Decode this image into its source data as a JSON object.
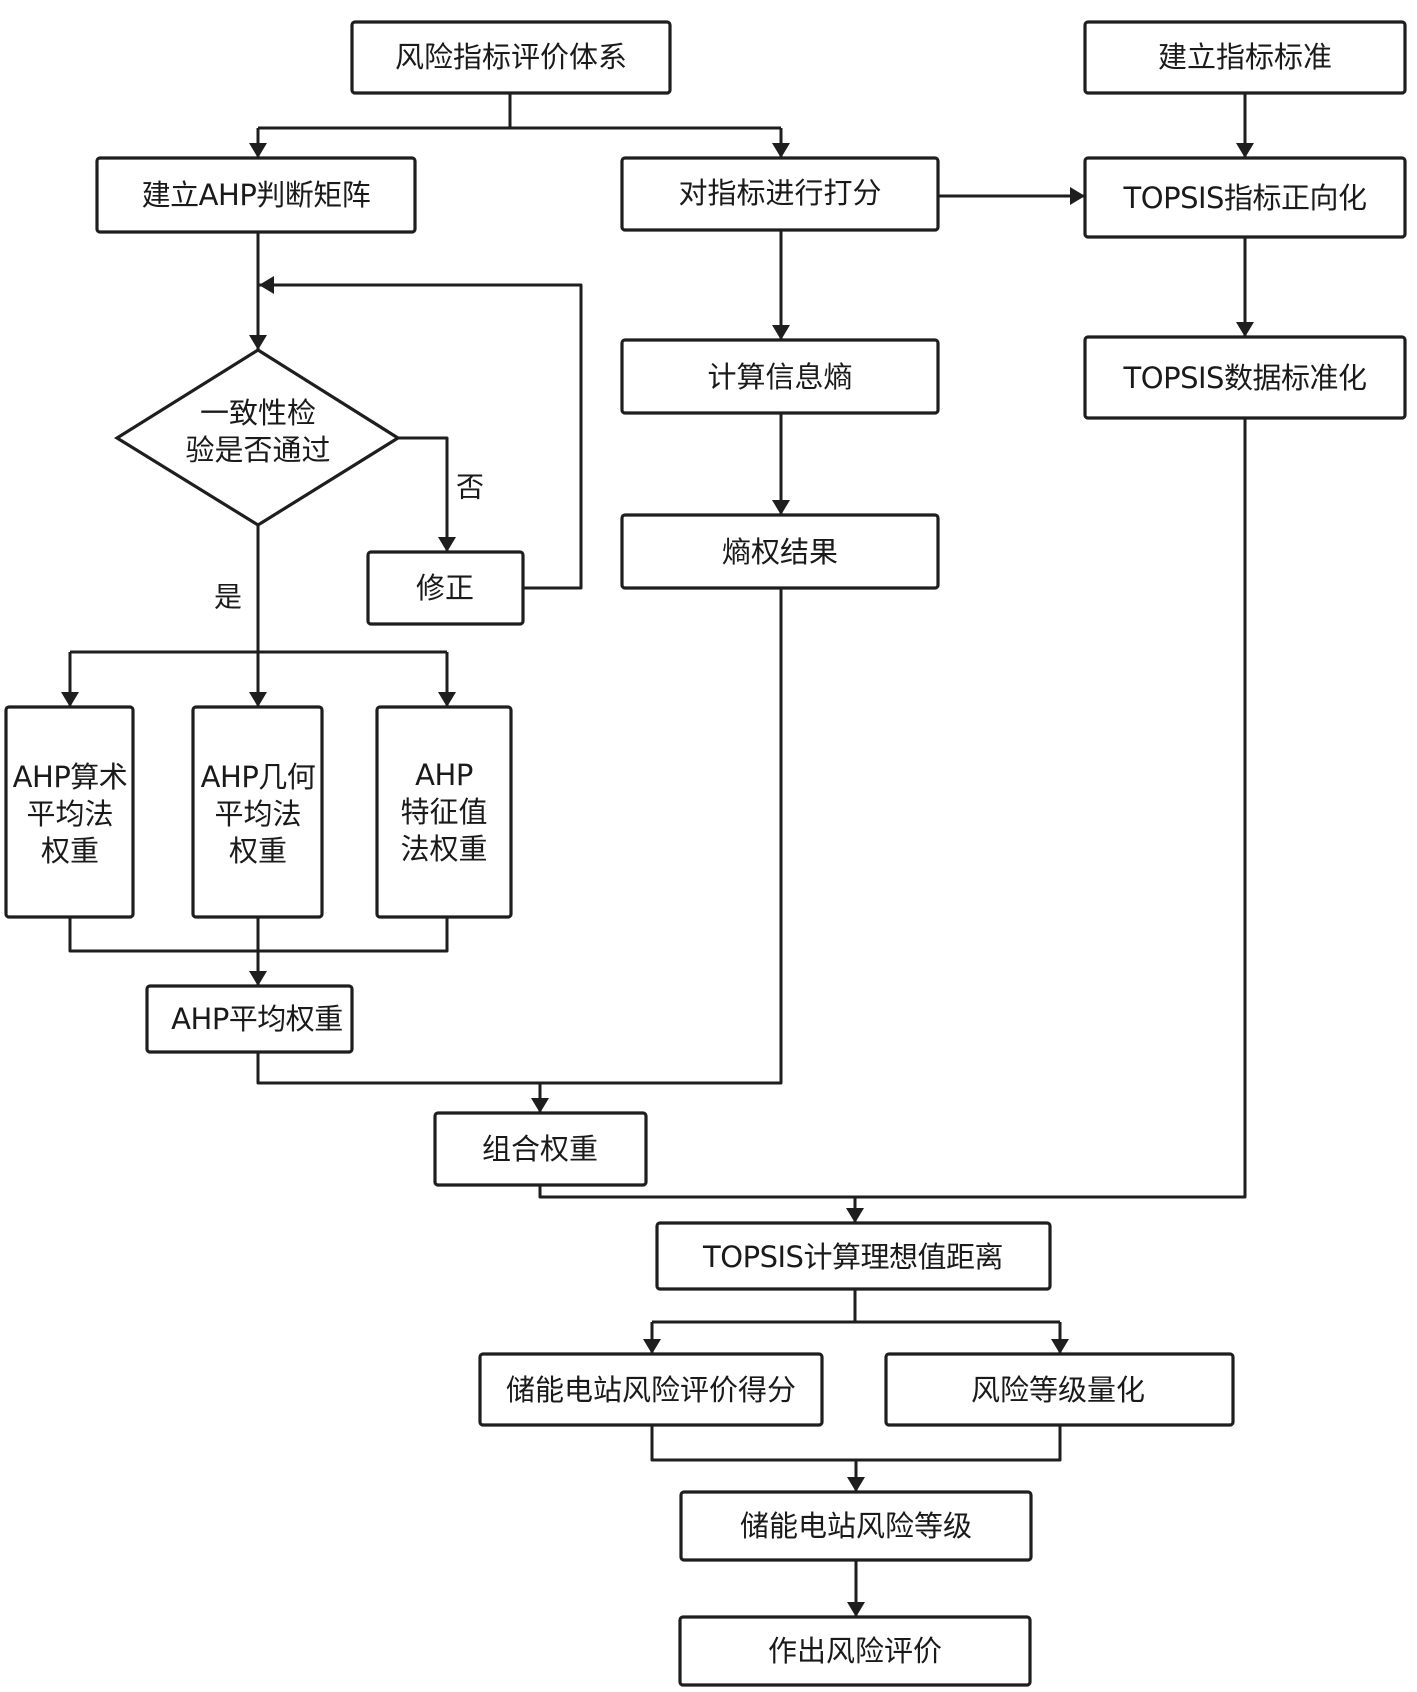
{
  "diagram": {
    "type": "flowchart",
    "nodes": {
      "risk_index_system": "风险指标评价体系",
      "build_index_standard": "建立指标标准",
      "build_ahp_matrix": "建立AHP判断矩阵",
      "score_indices": "对指标进行打分",
      "topsis_positivize": "TOPSIS指标正向化",
      "consistency_check": [
        "一致性检",
        "验是否通过"
      ],
      "calc_entropy": "计算信息熵",
      "topsis_normalize": "TOPSIS数据标准化",
      "entropy_result": "熵权结果",
      "revise": "修正",
      "ahp_arithmetic": [
        "AHP算术",
        "平均法",
        "权重"
      ],
      "ahp_geometric": [
        "AHP几何",
        "平均法",
        "权重"
      ],
      "ahp_eigen": [
        "AHP",
        "特征值",
        "法权重"
      ],
      "ahp_average": "AHP平均权重",
      "combined_weight": "组合权重",
      "topsis_distance": "TOPSIS计算理想值距离",
      "station_score": "储能电站风险评价得分",
      "risk_level_quant": "风险等级量化",
      "station_risk_level": "储能电站风险等级",
      "make_evaluation": "作出风险评价"
    },
    "edge_labels": {
      "no": "否",
      "yes": "是"
    },
    "edges": [
      [
        "risk_index_system",
        "build_ahp_matrix"
      ],
      [
        "risk_index_system",
        "score_indices"
      ],
      [
        "build_index_standard",
        "topsis_positivize"
      ],
      [
        "score_indices",
        "topsis_positivize"
      ],
      [
        "build_ahp_matrix",
        "consistency_check"
      ],
      [
        "consistency_check",
        "revise",
        "否"
      ],
      [
        "revise",
        "consistency_check"
      ],
      [
        "consistency_check",
        "ahp_arithmetic",
        "是"
      ],
      [
        "consistency_check",
        "ahp_geometric",
        "是"
      ],
      [
        "consistency_check",
        "ahp_eigen",
        "是"
      ],
      [
        "ahp_arithmetic",
        "ahp_average"
      ],
      [
        "ahp_geometric",
        "ahp_average"
      ],
      [
        "ahp_eigen",
        "ahp_average"
      ],
      [
        "score_indices",
        "calc_entropy"
      ],
      [
        "calc_entropy",
        "entropy_result"
      ],
      [
        "topsis_positivize",
        "topsis_normalize"
      ],
      [
        "ahp_average",
        "combined_weight"
      ],
      [
        "entropy_result",
        "combined_weight"
      ],
      [
        "combined_weight",
        "topsis_distance"
      ],
      [
        "topsis_normalize",
        "topsis_distance"
      ],
      [
        "topsis_distance",
        "station_score"
      ],
      [
        "topsis_distance",
        "risk_level_quant"
      ],
      [
        "station_score",
        "station_risk_level"
      ],
      [
        "risk_level_quant",
        "station_risk_level"
      ],
      [
        "station_risk_level",
        "make_evaluation"
      ]
    ]
  }
}
